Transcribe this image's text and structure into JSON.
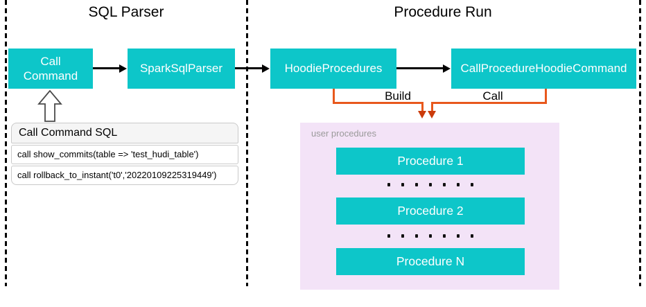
{
  "titles": {
    "left": "SQL Parser",
    "right": "Procedure Run"
  },
  "nodes": {
    "call_command_lines": [
      "Call",
      "Command"
    ],
    "spark_sql_parser": "SparkSqlParser",
    "hoodie_procedures": "HoodieProcedures",
    "call_procedure_hoodie_command": "CallProcedureHoodieCommand"
  },
  "edge_labels": {
    "build": "Build",
    "call": "Call"
  },
  "sql_table": {
    "header": "Call Command SQL",
    "rows": [
      "call show_commits(table => 'test_hudi_table')",
      "call rollback_to_instant('t0','20220109225319449')"
    ]
  },
  "user_procedures": {
    "label": "user procedures",
    "items": [
      "Procedure 1",
      "Procedure 2",
      "Procedure N"
    ]
  },
  "colors": {
    "teal": "#0DC6C9",
    "panel_lavender": "#F3E3F7",
    "orange_line": "#E8581C",
    "orange_arrowhead": "#CB3B0B",
    "table_header_bg": "#F5F5F5",
    "table_border": "#C9C9C9",
    "muted_label": "#9A9A9A"
  }
}
